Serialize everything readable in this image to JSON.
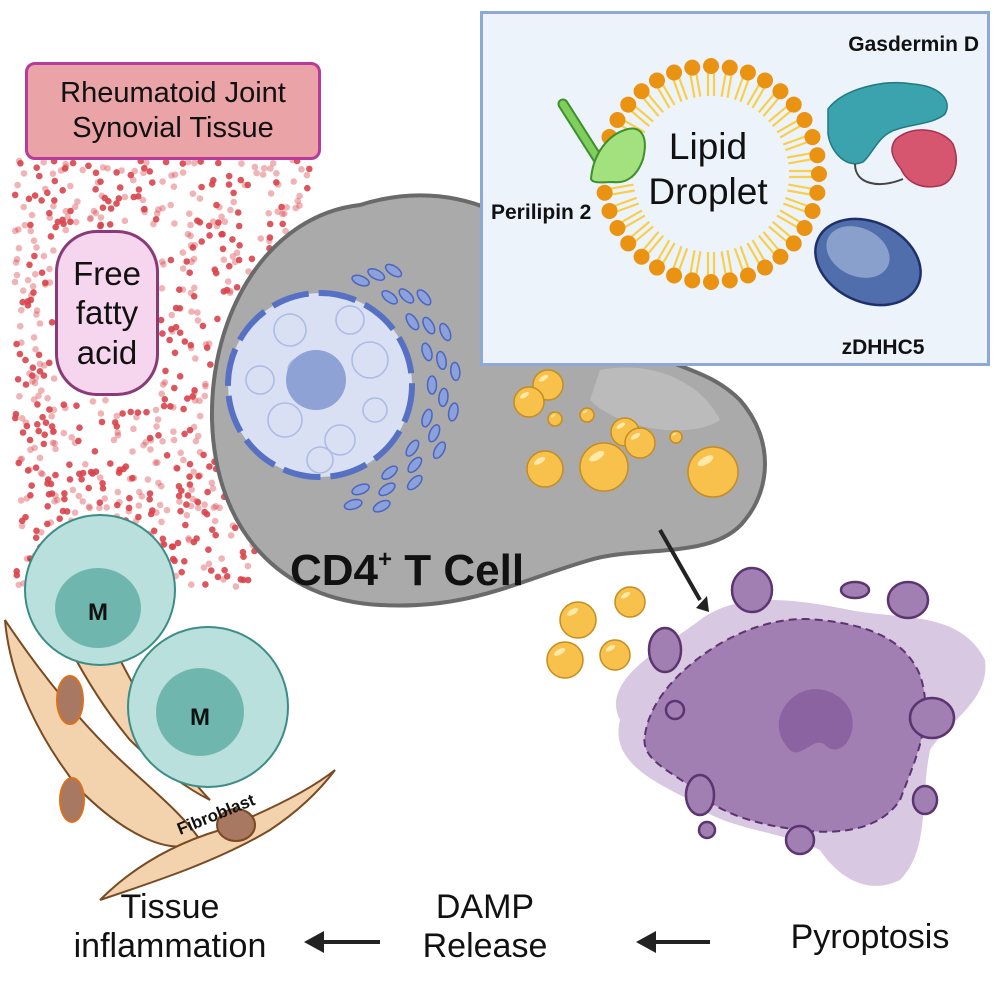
{
  "title_box": {
    "line1": "Rheumatoid Joint",
    "line2": "Synovial Tissue"
  },
  "free_fatty_acid": {
    "line1": "Free",
    "line2": "fatty",
    "line3": "acid"
  },
  "inset": {
    "droplet_line1": "Lipid",
    "droplet_line2": "Droplet",
    "proteins": [
      {
        "name": "Perilipin 2",
        "color": "#7fcf5e"
      },
      {
        "name": "Gasdermin D",
        "color": "#3aa3ad"
      },
      {
        "name": "zDHHC5",
        "color": "#4f6eab"
      }
    ],
    "gasdermin_partner_color": "#d6566f"
  },
  "cell": {
    "label_main": "CD4",
    "label_sup": "+",
    "label_rest": " T Cell"
  },
  "macrophages": [
    {
      "label": "M"
    },
    {
      "label": "M"
    }
  ],
  "fibroblast": {
    "label": "Fibroblast"
  },
  "flow": {
    "steps": [
      {
        "line1": "Pyroptosis",
        "line2": ""
      },
      {
        "line1": "DAMP",
        "line2": "Release"
      },
      {
        "line1": "Tissue",
        "line2": "inflammation"
      }
    ]
  },
  "colors": {
    "fatty_acid_dot": "#d9444b",
    "lipid_droplet": "#f7c14c",
    "lipid_head": "#ea9312",
    "lipid_tail": "#f7cf4a",
    "cell_body": "#a9a9a9",
    "nucleus": "#d9e0f3",
    "nucleolus": "#8fa2d6",
    "er": "#8aa1db",
    "macrophage": "#b9e0dc",
    "fibroblast": "#f2d3ad",
    "pyroptotic_cell": "#a27fb3"
  }
}
